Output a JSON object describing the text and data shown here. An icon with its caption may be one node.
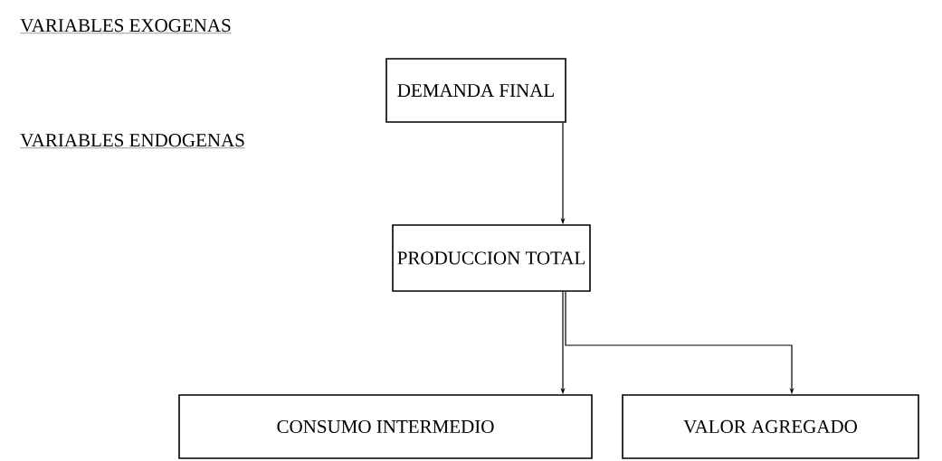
{
  "diagram": {
    "nodes": [
      {
        "text": [
          "DEMANDA FINAL"
        ]
      },
      {
        "text": [
          "PRODUCCION TOTAL"
        ]
      },
      {
        "text": [
          "CONSUMO INTERMEDIO"
        ]
      },
      {
        "text": [
          "VALOR AGREGADO"
        ]
      }
    ],
    "edges": [
      {
        "from": 0,
        "to": 1,
        "arrow": "to"
      },
      {
        "from": 1,
        "to": 2,
        "arrow": "to"
      },
      {
        "from": 1,
        "to": 3,
        "arrow": "to"
      }
    ],
    "labels": [
      "VARIABLES EXOGENAS",
      "VARIABLES ENDOGENAS"
    ]
  }
}
